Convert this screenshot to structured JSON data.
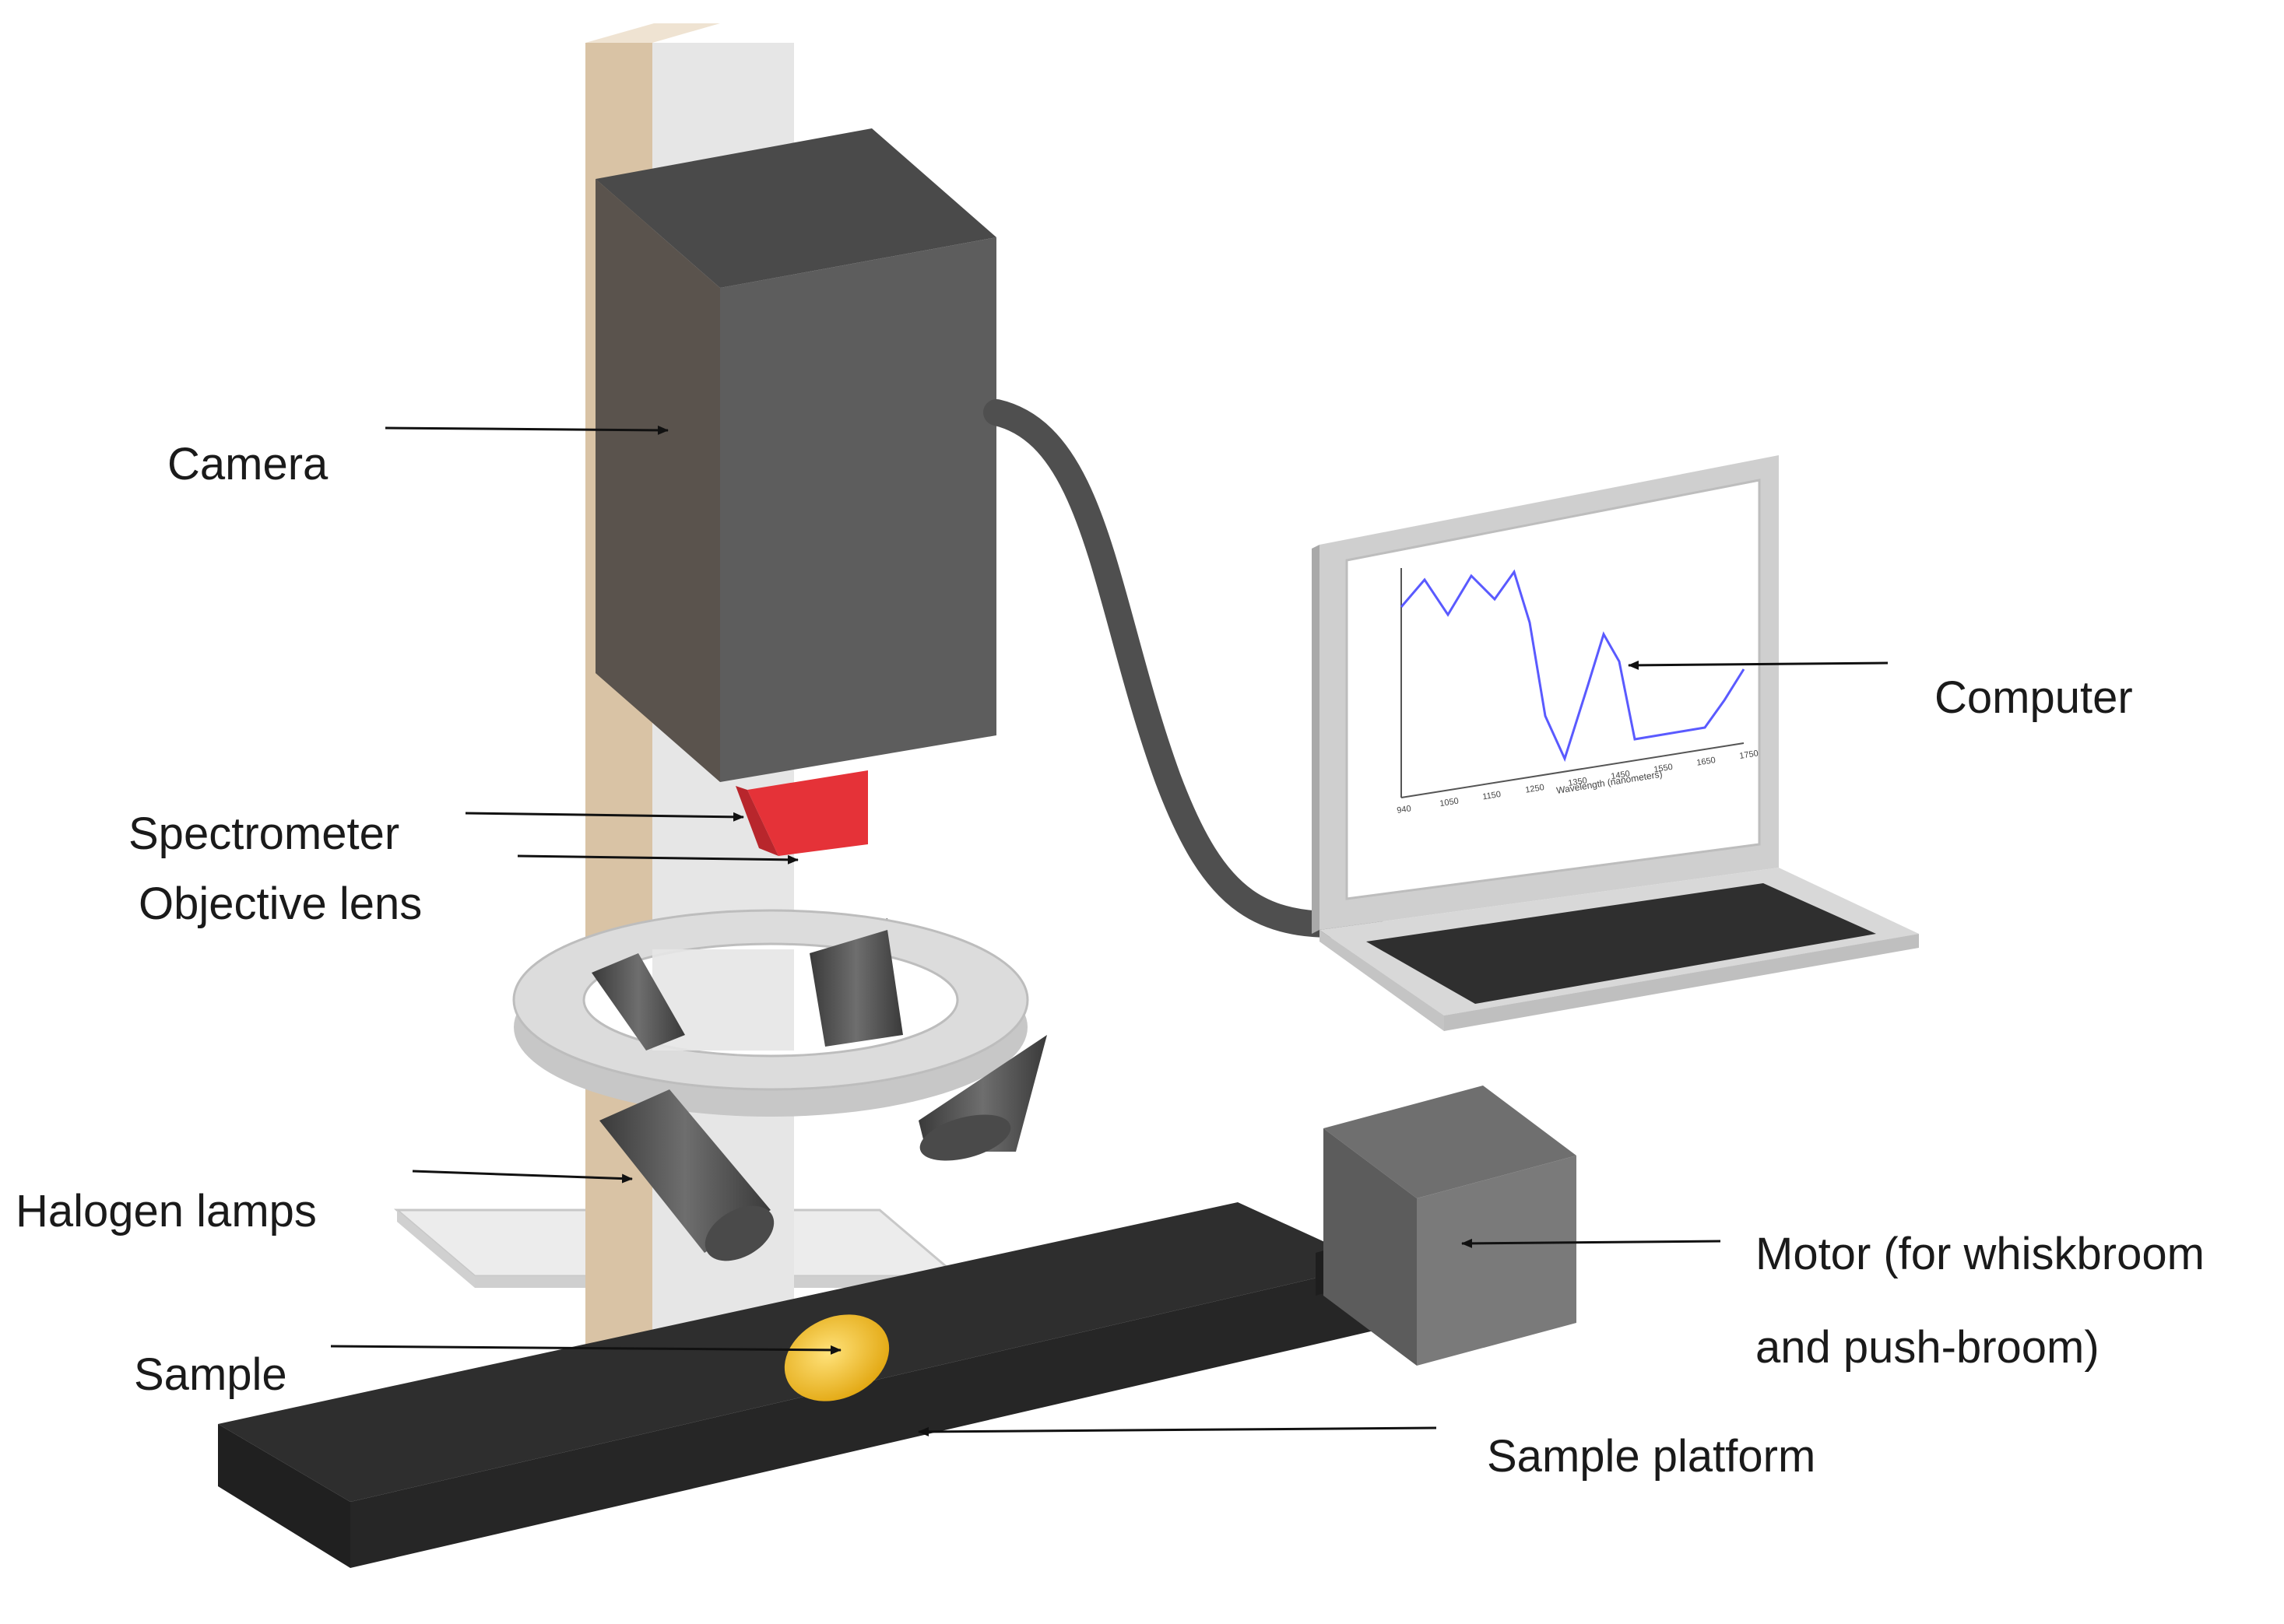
{
  "labels": {
    "camera": "Camera",
    "spectrometer": "Spectrometer",
    "objective_lens": "Objective lens",
    "halogen_lamps": "Halogen lamps",
    "sample": "Sample",
    "computer": "Computer",
    "motor_line1": "Motor (for whiskbroom",
    "motor_line2": "and push-broom)",
    "sample_platform": "Sample platform"
  },
  "screen_plot": {
    "xlabel": "Wavelength (nanometers)",
    "xticks": [
      "940",
      "1050",
      "1150",
      "1250",
      "1350",
      "1450",
      "1550",
      "1650",
      "1750"
    ]
  },
  "colors": {
    "camera": "#595959",
    "spectrometer": "#e53238",
    "sample": "#f2c12e",
    "platform": "#2e2e2e",
    "motor": "#7a7a7a",
    "spectrum_line": "#5a5aff"
  }
}
